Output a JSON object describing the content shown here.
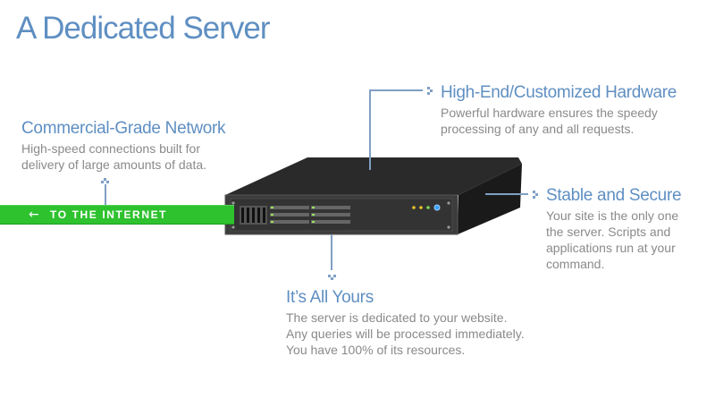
{
  "title": "A Dedicated Server",
  "internet_bar": {
    "arrow_icon": "left-arrow-icon",
    "label": "TO THE INTERNET",
    "color": "#2ec22e"
  },
  "callouts": {
    "network": {
      "heading": "Commercial-Grade Network",
      "lines": [
        "High-speed connections built for",
        "delivery of large amounts of data."
      ]
    },
    "hardware": {
      "heading": "High-End/Customized Hardware",
      "lines": [
        "Powerful hardware ensures the speedy",
        "processing of any and all requests."
      ]
    },
    "secure": {
      "heading": "Stable and Secure",
      "lines": [
        "Your site is the only one",
        "the server.  Scripts and",
        "applications run at your",
        "command."
      ]
    },
    "yours": {
      "heading": "It’s All Yours",
      "lines": [
        "The server is dedicated to your website.",
        "Any queries will be processed immediately.",
        "You have 100% of its resources."
      ]
    }
  },
  "colors": {
    "accent": "#5f8fc2",
    "body_text": "#8a8a8a",
    "connector": "#7f9fc4",
    "server_body": "#252525"
  }
}
